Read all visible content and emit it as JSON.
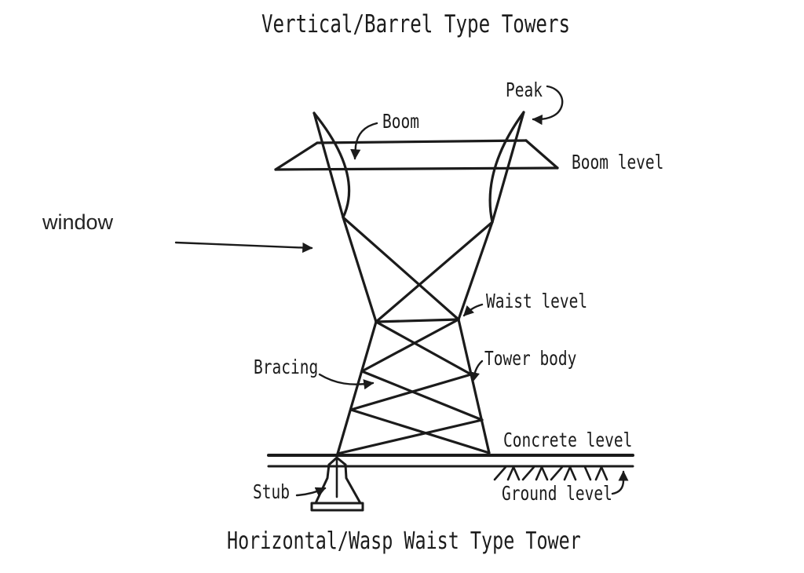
{
  "titles": {
    "top": "Vertical/Barrel Type Towers",
    "bottom": "Horizontal/Wasp Waist Type Tower"
  },
  "labels": {
    "peak": "Peak",
    "boom": "Boom",
    "boom_level": "Boom level",
    "window": "window",
    "waist_level": "Waist level",
    "tower_body": "Tower body",
    "bracing": "Bracing",
    "concrete_level": "Concrete level",
    "ground_level": "Ground level",
    "stub": "Stub"
  },
  "colors": {
    "background": "#ffffff",
    "line": "#1b1b1b",
    "text": "#1b1b1b"
  }
}
